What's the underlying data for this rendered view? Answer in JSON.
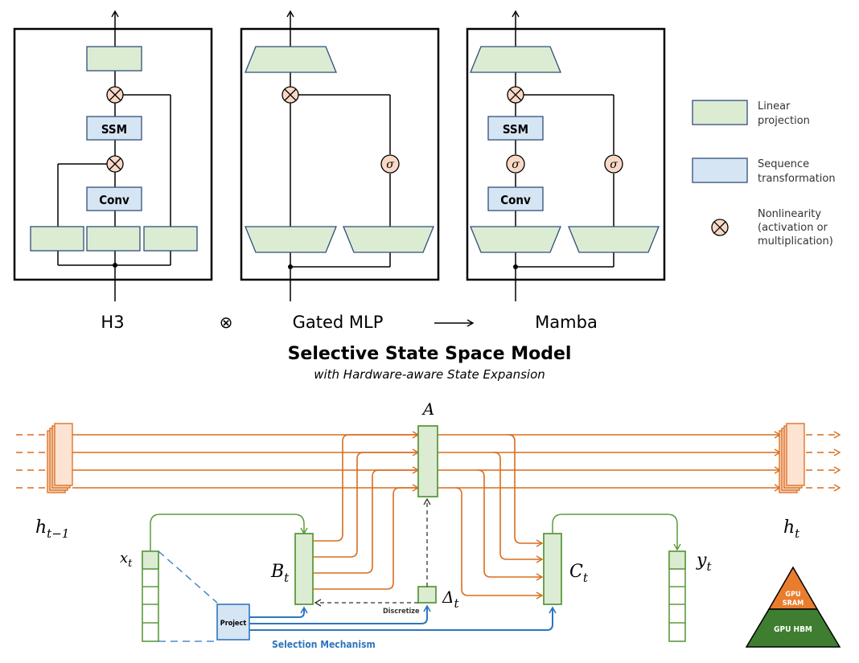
{
  "top": {
    "blocks": {
      "h3": {
        "ssm": "SSM",
        "conv": "Conv"
      },
      "mamba": {
        "ssm": "SSM",
        "conv": "Conv"
      }
    },
    "sigma": "σ",
    "labels": {
      "h3": "H3",
      "combine_symbol": "⊗",
      "gated_mlp": "Gated MLP",
      "arrow": "⟶",
      "mamba": "Mamba"
    }
  },
  "legend": {
    "linear": {
      "line1": "Linear",
      "line2": "projection"
    },
    "sequence": {
      "line1": "Sequence",
      "line2": "transformation"
    },
    "nonlinearity": {
      "line1": "Nonlinearity",
      "line2": "(activation or",
      "line3": "multiplication)"
    }
  },
  "title": {
    "main": "Selective State Space Model",
    "sub": "with Hardware-aware State Expansion"
  },
  "bottom": {
    "A": "A",
    "h_prev": {
      "base": "h",
      "sub": "t−1"
    },
    "h_t": {
      "base": "h",
      "sub": "t"
    },
    "x_t": {
      "base": "x",
      "sub": "t"
    },
    "B_t": {
      "base": "B",
      "sub": "t"
    },
    "C_t": {
      "base": "C",
      "sub": "t"
    },
    "y_t": {
      "base": "y",
      "sub": "t"
    },
    "delta_t": {
      "base": "Δ",
      "sub": "t"
    },
    "discretize": "Discretize",
    "project": "Project",
    "selection": "Selection Mechanism",
    "gpu": {
      "sram1": "GPU",
      "sram2": "SRAM",
      "hbm": "GPU HBM"
    }
  },
  "colors": {
    "linear_fill": "#dcecd3",
    "sequence_fill": "#d6e5f3",
    "nonlin_fill": "#f9d9c6",
    "orange": "#d96d1f",
    "green": "#5c9a3c",
    "blue": "#2f75c0",
    "gpu_sram": "#e97d2e",
    "gpu_hbm": "#3f7e30"
  }
}
